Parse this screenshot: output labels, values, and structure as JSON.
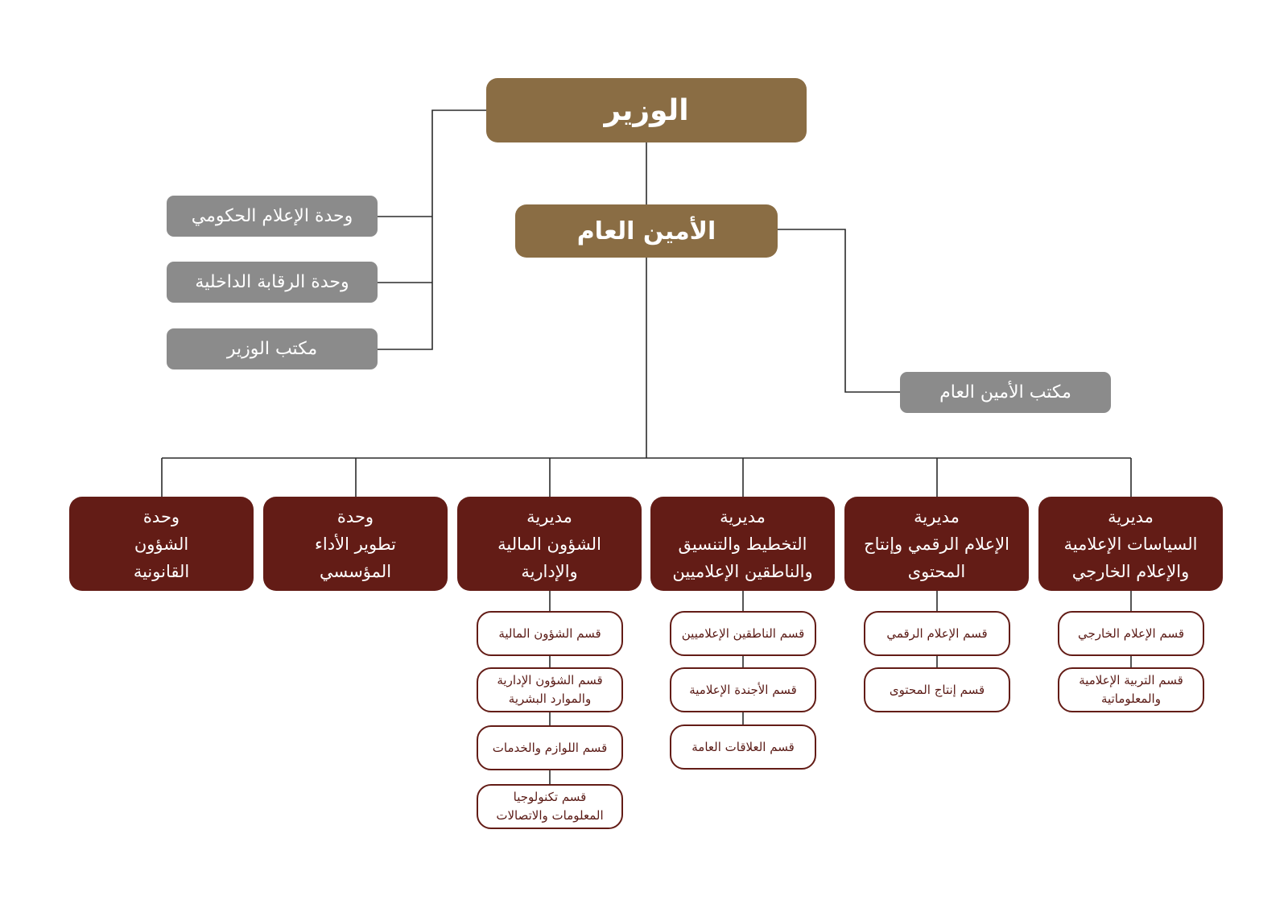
{
  "minister": "الوزير",
  "secretary_general": "الأمين العام",
  "minister_units": [
    "وحدة الإعلام الحكومي",
    "وحدة الرقابة الداخلية",
    "مكتب الوزير"
  ],
  "secretary_office": "مكتب الأمين العام",
  "directorates": [
    {
      "title": "مديرية\nالسياسات الإعلامية\nوالإعلام الخارجي",
      "sections": [
        "قسم الإعلام الخارجي",
        "قسم التربية الإعلامية\nوالمعلوماتية"
      ]
    },
    {
      "title": "مديرية\nالإعلام الرقمي وإنتاج\nالمحتوى",
      "sections": [
        "قسم الإعلام الرقمي",
        "قسم إنتاج المحتوى"
      ]
    },
    {
      "title": "مديرية\nالتخطيط والتنسيق\nوالناطقين الإعلاميين",
      "sections": [
        "قسم الناطقين الإعلاميين",
        "قسم الأجندة الإعلامية",
        "قسم العلاقات العامة"
      ]
    },
    {
      "title": "مديرية\nالشؤون المالية\nوالإدارية",
      "sections": [
        "قسم الشؤون المالية",
        "قسم الشؤون الإدارية\nوالموارد البشرية",
        "قسم اللوازم والخدمات",
        "قسم تكنولوجيا\nالمعلومات والاتصالات"
      ]
    },
    {
      "title": "وحدة\nتطوير الأداء\nالمؤسسي",
      "sections": []
    },
    {
      "title": "وحدة\nالشؤون\nالقانونية",
      "sections": []
    }
  ]
}
